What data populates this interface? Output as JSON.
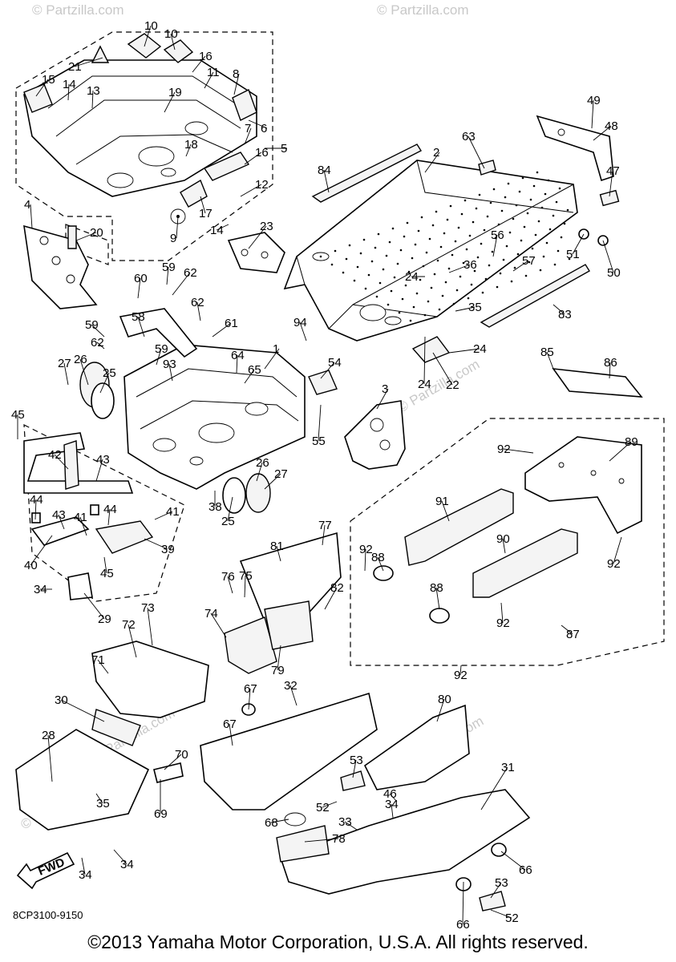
{
  "watermark_text": "© Partzilla.com",
  "drawing_code": "8CP3100-9150",
  "fwd_label": "FWD",
  "copyright": "©2013 Yamaha Motor Corporation, U.S.A. All rights reserved.",
  "callouts": [
    "1",
    "2",
    "3",
    "4",
    "5",
    "6",
    "7",
    "8",
    "9",
    "10",
    "10",
    "11",
    "12",
    "13",
    "14",
    "14",
    "15",
    "16",
    "16",
    "17",
    "18",
    "19",
    "20",
    "21",
    "22",
    "23",
    "24",
    "24",
    "24",
    "25",
    "25",
    "26",
    "26",
    "27",
    "27",
    "28",
    "29",
    "30",
    "31",
    "32",
    "33",
    "34",
    "34",
    "34",
    "34",
    "35",
    "35",
    "36",
    "38",
    "39",
    "40",
    "41",
    "41",
    "42",
    "43",
    "43",
    "44",
    "44",
    "45",
    "45",
    "46",
    "47",
    "48",
    "49",
    "50",
    "51",
    "52",
    "52",
    "53",
    "53",
    "54",
    "55",
    "56",
    "57",
    "58",
    "59",
    "59",
    "59",
    "60",
    "61",
    "62",
    "62",
    "62",
    "63",
    "64",
    "65",
    "66",
    "66",
    "67",
    "67",
    "68",
    "69",
    "70",
    "71",
    "72",
    "73",
    "74",
    "75",
    "76",
    "77",
    "78",
    "79",
    "80",
    "81",
    "82",
    "83",
    "84",
    "85",
    "86",
    "87",
    "88",
    "88",
    "89",
    "90",
    "91",
    "92",
    "92",
    "92",
    "92",
    "92",
    "93",
    "94"
  ]
}
